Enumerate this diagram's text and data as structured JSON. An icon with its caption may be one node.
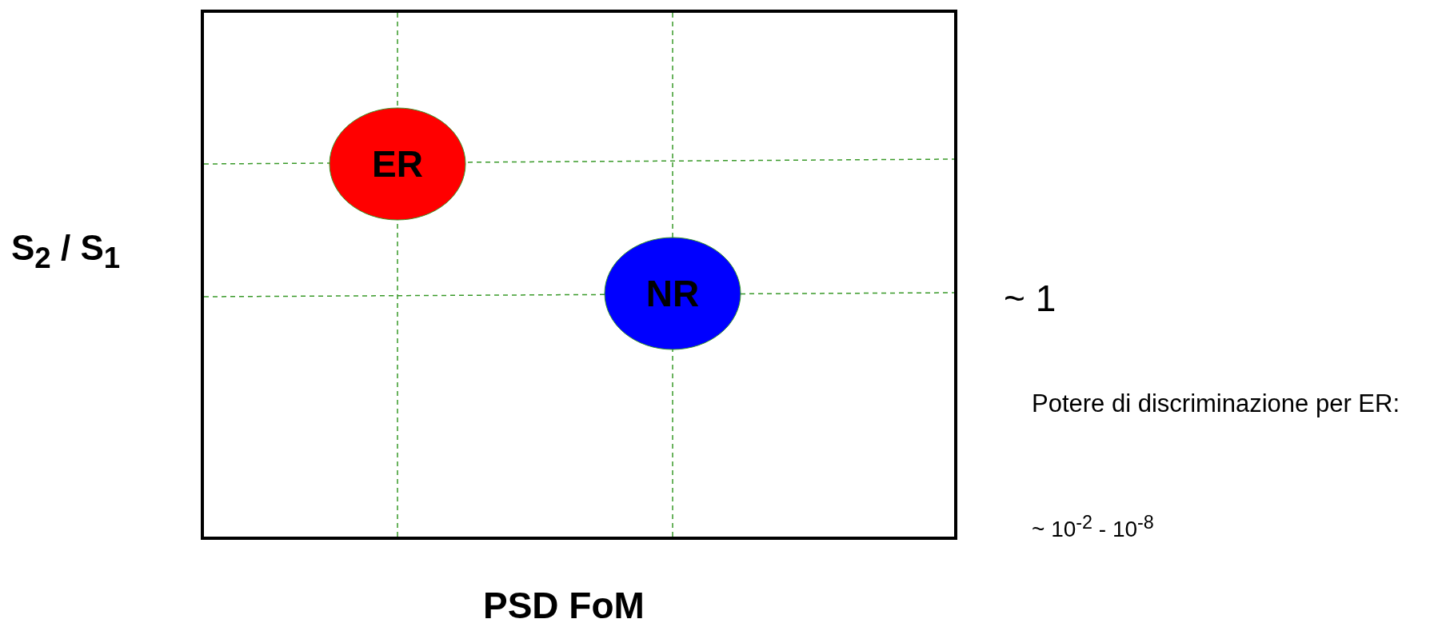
{
  "diagram": {
    "nodes": [
      {
        "text": [
          "ER"
        ]
      },
      {
        "text": [
          "NR"
        ]
      }
    ],
    "labels": [
      "S$_{2}$ / S$_{1}$",
      "~ 1",
      "Potere di discriminazione per ER:",
      "~ 10$^{-2}$  - 10$^{-8}$",
      "PSD FoM"
    ]
  }
}
